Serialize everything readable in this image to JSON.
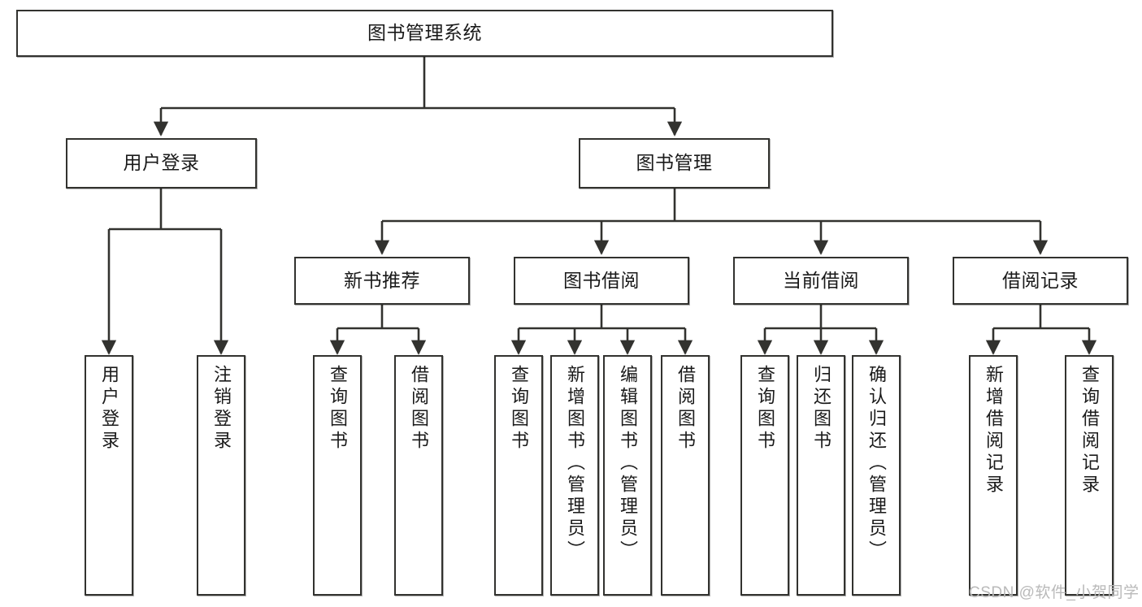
{
  "diagram": {
    "title": "图书管理系统",
    "watermark": "CSDN @软件_小贺同学",
    "colors": {
      "box_border": "#32322f",
      "box_fill": "#ffffff",
      "edge": "#32322f",
      "text": "#1a1a1a",
      "watermark": "#b9b9b9",
      "background": "#ffffff"
    },
    "nodes": {
      "root": {
        "label": "图书管理系统"
      },
      "level2": [
        {
          "id": "user-login",
          "label": "用户登录"
        },
        {
          "id": "book-management",
          "label": "图书管理"
        }
      ],
      "level3": [
        {
          "id": "new-book-recommend",
          "label": "新书推荐"
        },
        {
          "id": "book-borrow",
          "label": "图书借阅"
        },
        {
          "id": "current-borrow",
          "label": "当前借阅"
        },
        {
          "id": "borrow-record",
          "label": "借阅记录"
        }
      ],
      "leaves": {
        "user_login": [
          {
            "id": "leaf-user-login",
            "label": "用户登录"
          },
          {
            "id": "leaf-logout-login",
            "label": "注销登录"
          }
        ],
        "new_book_recommend": [
          {
            "id": "leaf-query-book-1",
            "label": "查询图书"
          },
          {
            "id": "leaf-borrow-book-1",
            "label": "借阅图书"
          }
        ],
        "book_borrow": [
          {
            "id": "leaf-query-book-2",
            "label": "查询图书"
          },
          {
            "id": "leaf-add-book-admin",
            "label": "新增图书（管理员）"
          },
          {
            "id": "leaf-edit-book-admin",
            "label": "编辑图书（管理员）"
          },
          {
            "id": "leaf-borrow-book-2",
            "label": "借阅图书"
          }
        ],
        "current_borrow": [
          {
            "id": "leaf-query-book-3",
            "label": "查询图书"
          },
          {
            "id": "leaf-return-book",
            "label": "归还图书"
          },
          {
            "id": "leaf-confirm-return-admin",
            "label": "确认归还（管理员）"
          }
        ],
        "borrow_record": [
          {
            "id": "leaf-add-borrow-record",
            "label": "新增借阅记录"
          },
          {
            "id": "leaf-query-borrow-record",
            "label": "查询借阅记录"
          }
        ]
      }
    }
  }
}
